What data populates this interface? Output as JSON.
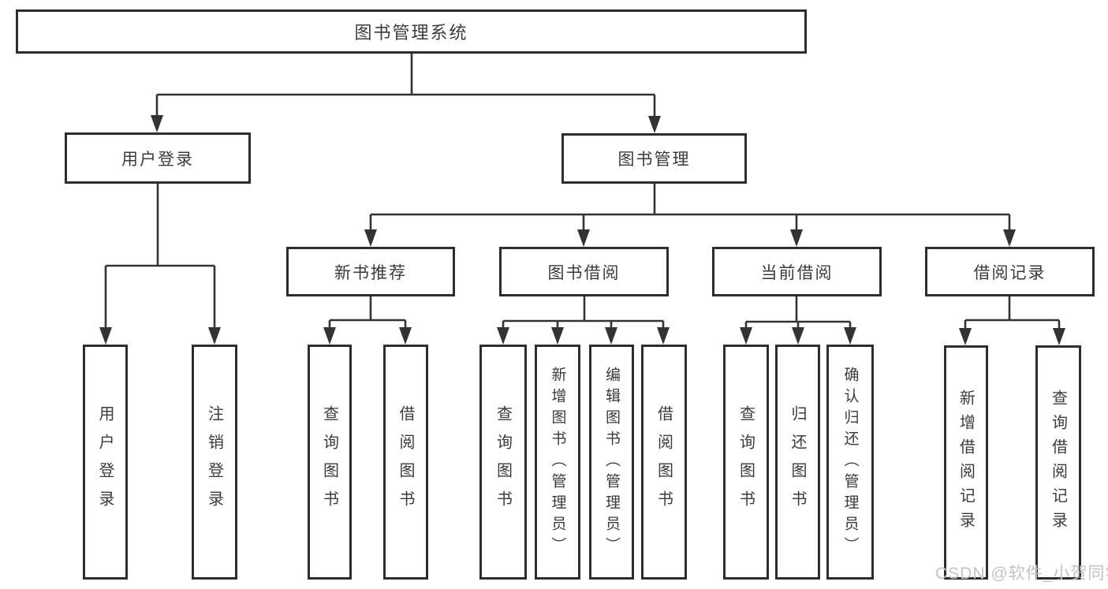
{
  "diagram_title": "图书管理系统",
  "tree": {
    "label": "图书管理系统",
    "children": [
      {
        "label": "用户登录",
        "children": [
          {
            "label": "用户登录"
          },
          {
            "label": "注销登录"
          }
        ]
      },
      {
        "label": "图书管理",
        "children": [
          {
            "label": "新书推荐",
            "children": [
              {
                "label": "查询图书"
              },
              {
                "label": "借阅图书"
              }
            ]
          },
          {
            "label": "图书借阅",
            "children": [
              {
                "label": "查询图书"
              },
              {
                "label": "新增图书（管理员）"
              },
              {
                "label": "编辑图书（管理员）"
              },
              {
                "label": "借阅图书"
              }
            ]
          },
          {
            "label": "当前借阅",
            "children": [
              {
                "label": "查询图书"
              },
              {
                "label": "归还图书"
              },
              {
                "label": "确认归还（管理员）"
              }
            ]
          },
          {
            "label": "借阅记录",
            "children": [
              {
                "label": "新增借阅记录"
              },
              {
                "label": "查询借阅记录"
              }
            ]
          }
        ]
      }
    ]
  },
  "watermark": {
    "text": "CSDN @软件_小贺同学"
  },
  "colors": {
    "line": "#333333",
    "box_border": "#2d2d2d",
    "box_fill": "#ffffff",
    "text": "#3b3b3b",
    "watermark": "#c3c3c3",
    "background": "#ffffff"
  }
}
